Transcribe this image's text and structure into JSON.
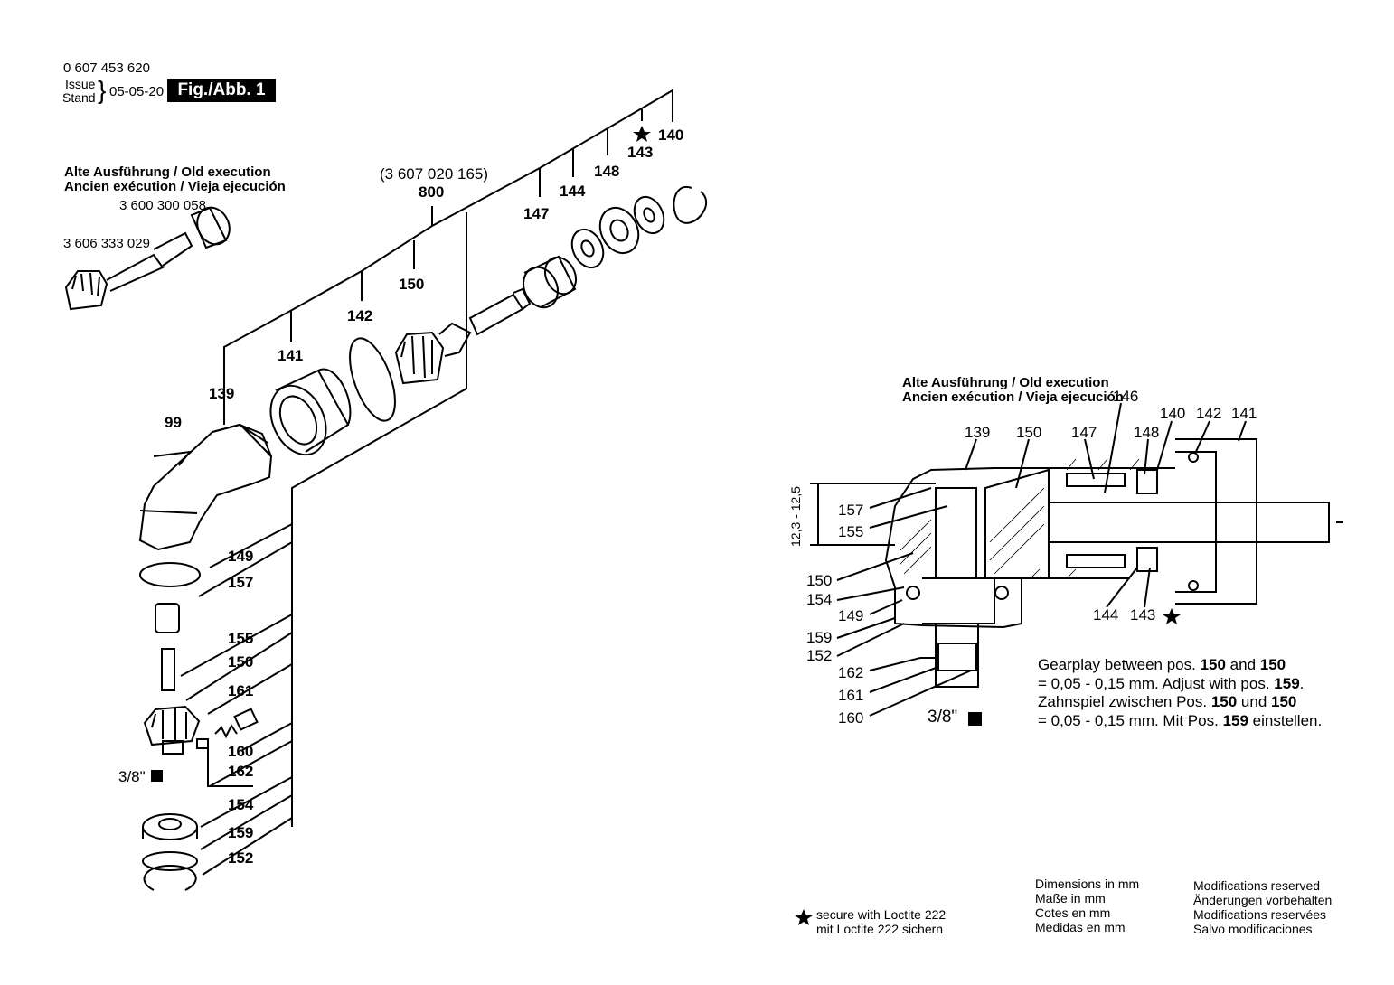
{
  "header": {
    "part_number": "0 607 453 620",
    "issue_label": "Issue",
    "stand_label": "Stand",
    "date": "05-05-20",
    "figure_label": "Fig./Abb. 1"
  },
  "old_execution_left": {
    "line1": "Alte Ausführung / Old execution",
    "line2": "Ancien exécution / Vieja ejecución",
    "part_a": "3 600 300 058",
    "part_b": "3 606 333 029"
  },
  "assembly": {
    "code": "(3 607 020 165)",
    "number": "800"
  },
  "exploded_labels": {
    "p140": "140",
    "p143": "143",
    "p148": "148",
    "p144": "144",
    "p147": "147",
    "p150a": "150",
    "p142": "142",
    "p141": "141",
    "p139": "139",
    "p99": "99",
    "p149": "149",
    "p157": "157",
    "p155": "155",
    "p150b": "150",
    "p161": "161",
    "p160": "160",
    "p162": "162",
    "p154": "154",
    "p159": "159",
    "p152": "152",
    "drive": "3/8\""
  },
  "old_execution_right": {
    "line1": "Alte Ausführung / Old execution",
    "line2": "Ancien exécution / Vieja ejecución",
    "ref": "146"
  },
  "section_labels": {
    "p139": "139",
    "p150top": "150",
    "p147": "147",
    "p148": "148",
    "p140": "140",
    "p142": "142",
    "p141": "141",
    "p157": "157",
    "p155": "155",
    "p150l": "150",
    "p154": "154",
    "p149": "149",
    "p159": "159",
    "p152": "152",
    "p162": "162",
    "p161": "161",
    "p160": "160",
    "p144": "144",
    "p143": "143",
    "drive": "3/8\"",
    "dimension": "12,3 - 12,5"
  },
  "gearplay": {
    "l1a": "Gearplay between pos. ",
    "l1b": "150",
    "l1c": " and ",
    "l1d": "150",
    "l2a": "= 0,05 - 0,15 mm. Adjust with pos. ",
    "l2b": "159",
    "l2c": ".",
    "l3a": "Zahnspiel zwischen Pos. ",
    "l3b": "150",
    "l3c": " und ",
    "l3d": "150",
    "l4a": "= 0,05 - 0,15 mm. Mit Pos. ",
    "l4b": "159",
    "l4c": " einstellen."
  },
  "footer": {
    "loctite1": "secure with Loctite 222",
    "loctite2": "mit Loctite 222 sichern",
    "dim1": "Dimensions in mm",
    "dim2": "Maße in mm",
    "dim3": "Cotes en mm",
    "dim4": "Medidas en mm",
    "mod1": "Modifications reserved",
    "mod2": "Änderungen vorbehalten",
    "mod3": "Modifications reservées",
    "mod4": "Salvo modificaciones"
  }
}
